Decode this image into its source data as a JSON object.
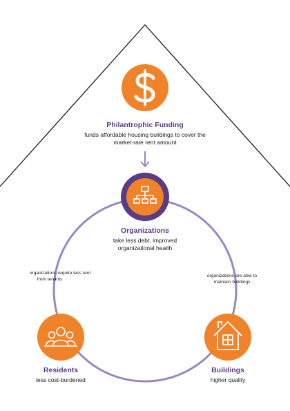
{
  "colors": {
    "orange": "#f0822a",
    "purple": "#5b3a86",
    "ring": "#9a86c0",
    "text": "#1a1a1a"
  },
  "nodes": {
    "funding": {
      "icon": "dollar-icon",
      "title": "Philantrophic Funding",
      "desc_line1": "funds affordable housing buildings to cover the",
      "desc_line2": "market-rate rent amount"
    },
    "organizations": {
      "icon": "org-chart-icon",
      "title": "Organizations",
      "desc_line1": "take less debt, improved",
      "desc_line2": "organizational health"
    },
    "residents": {
      "icon": "people-icon",
      "title": "Residents",
      "desc": "less cost-burdened"
    },
    "buildings": {
      "icon": "house-icon",
      "title": "Buildings",
      "desc": "higher quality"
    }
  },
  "edges": {
    "left_line1": "organizations require less rent",
    "left_line2": "from tenants",
    "right_line1": "organizations are able to",
    "right_line2": "maintain buildings"
  }
}
